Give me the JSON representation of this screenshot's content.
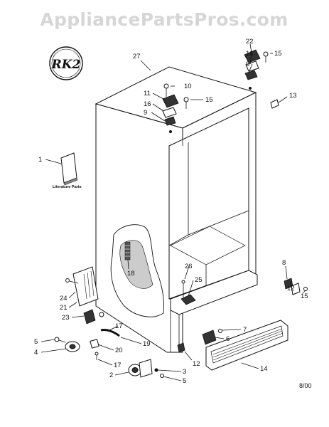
{
  "watermark": "AppliancePartsPros.com",
  "logo_text": "RK2",
  "literature_label": "Literature Parts",
  "date_code": "8/00",
  "callouts": [
    "27",
    "22",
    "16",
    "9",
    "15",
    "10",
    "11",
    "15",
    "16",
    "9",
    "13",
    "1",
    "18",
    "26",
    "25",
    "8",
    "24",
    "21",
    "12",
    "15",
    "23",
    "17",
    "7",
    "6",
    "5",
    "4",
    "20",
    "19",
    "12",
    "14",
    "17",
    "2",
    "3",
    "5"
  ]
}
